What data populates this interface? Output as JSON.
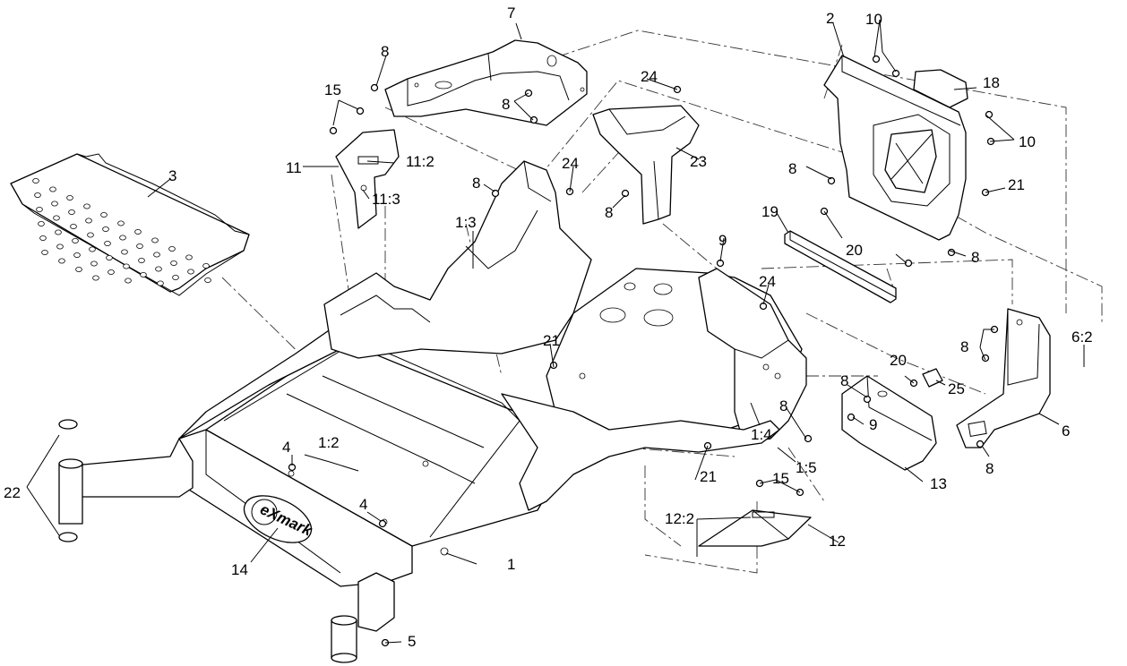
{
  "callouts": {
    "c1": "1",
    "c1_2": "1:2",
    "c1_3": "1:3",
    "c1_4": "1:4",
    "c1_5": "1:5",
    "c2": "2",
    "c3": "3",
    "c4a": "4",
    "c4b": "4",
    "c5": "5",
    "c6": "6",
    "c6_2": "6:2",
    "c7": "7",
    "c8a": "8",
    "c8b": "8",
    "c8c": "8",
    "c8d": "8",
    "c8e": "8",
    "c8f": "8",
    "c8g": "8",
    "c8h": "8",
    "c8i": "8",
    "c8j": "8",
    "c9a": "9",
    "c9b": "9",
    "c10a": "10",
    "c10b": "10",
    "c11": "11",
    "c11_2": "11:2",
    "c11_3": "11:3",
    "c12": "12",
    "c12_2": "12:2",
    "c13": "13",
    "c14": "14",
    "c15a": "15",
    "c15b": "15",
    "c18": "18",
    "c19": "19",
    "c20a": "20",
    "c20b": "20",
    "c21a": "21",
    "c21b": "21",
    "c21c": "21",
    "c22": "22",
    "c23": "23",
    "c24a": "24",
    "c24b": "24",
    "c24c": "24",
    "c25": "25"
  },
  "brand": {
    "logo_text": "eXmark"
  }
}
